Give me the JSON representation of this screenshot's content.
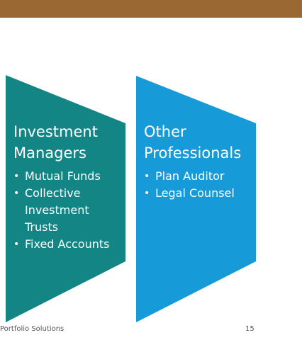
{
  "colors": {
    "top_bar": "#9a6832",
    "card_left": "#138584",
    "card_right": "#169bd8"
  },
  "cards": [
    {
      "title_line1": "Investment",
      "title_line2": "Managers",
      "bullets": [
        {
          "lines": [
            "Mutual Funds"
          ]
        },
        {
          "lines": [
            "Collective",
            "Investment",
            "Trusts"
          ]
        },
        {
          "lines": [
            "Fixed Accounts"
          ]
        }
      ]
    },
    {
      "title_line1": "Other",
      "title_line2": "Professionals",
      "bullets": [
        {
          "lines": [
            "Plan Auditor"
          ]
        },
        {
          "lines": [
            "Legal Counsel"
          ]
        }
      ]
    }
  ],
  "footer": {
    "left_text": "Portfolio Solutions",
    "page_number": "15"
  }
}
